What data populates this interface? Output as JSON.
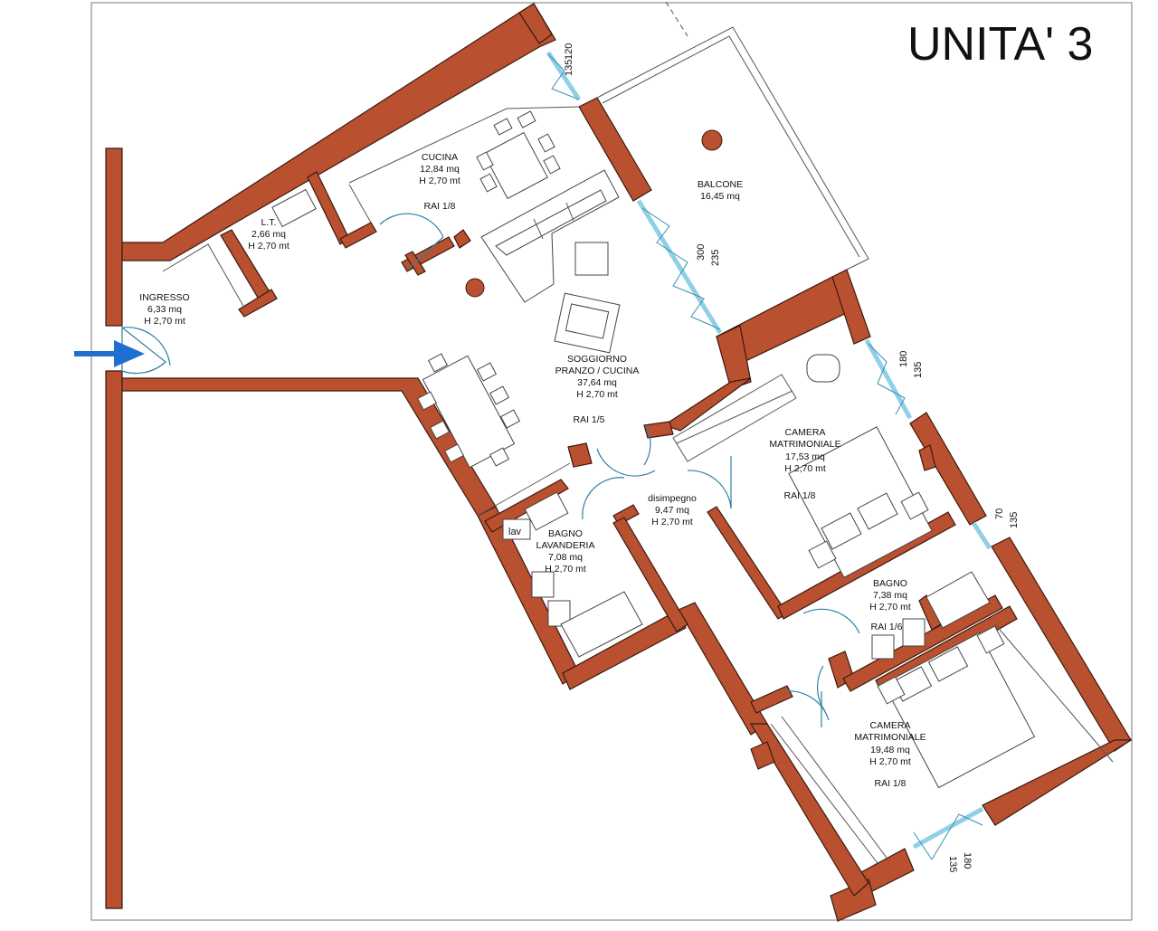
{
  "title": "UNITA' 3",
  "rooms": {
    "cucina": {
      "name": "CUCINA",
      "area": "12,84 mq",
      "height": "H 2,70 mt",
      "rai": "RAI 1/8"
    },
    "lt": {
      "name": "L.T.",
      "area": "2,66 mq",
      "height": "H 2,70 mt"
    },
    "ingresso": {
      "name": "INGRESSO",
      "area": "6,33 mq",
      "height": "H 2,70 mt"
    },
    "balcone": {
      "name": "BALCONE",
      "area": "16,45 mq"
    },
    "soggiorno": {
      "name": "SOGGIORNO",
      "name2": "PRANZO / CUCINA",
      "area": "37,64 mq",
      "height": "H 2,70 mt",
      "rai": "RAI 1/5"
    },
    "camera1": {
      "name": "CAMERA",
      "name2": "MATRIMONIALE",
      "area": "17,53 mq",
      "height": "H 2,70 mt",
      "rai": "RAI 1/8"
    },
    "disimpegno": {
      "name": "disimpegno",
      "area": "9,47 mq",
      "height": "H 2,70 mt"
    },
    "bagno_lav": {
      "name": "BAGNO",
      "name2": "LAVANDERIA",
      "area": "7,08 mq",
      "height": "H 2,70 mt"
    },
    "bagno": {
      "name": "BAGNO",
      "area": "7,38 mq",
      "height": "H 2,70 mt",
      "rai": "RAI 1/6"
    },
    "camera2": {
      "name": "CAMERA",
      "name2": "MATRIMONIALE",
      "area": "19,48 mq",
      "height": "H 2,70 mt",
      "rai": "RAI 1/8"
    }
  },
  "windows": [
    {
      "w": "120",
      "h": "135"
    },
    {
      "w": "300",
      "h": "235"
    },
    {
      "w": "180",
      "h": "135"
    },
    {
      "w": "70",
      "h": "135"
    },
    {
      "w": "180",
      "h": "135"
    }
  ],
  "fixtures": {
    "lav": "lav"
  },
  "colors": {
    "wall": "#b9502f",
    "window": "#8fd0e6",
    "arrow": "#1f6fd1"
  },
  "entry_arrow_icon": "entry-arrow-icon"
}
